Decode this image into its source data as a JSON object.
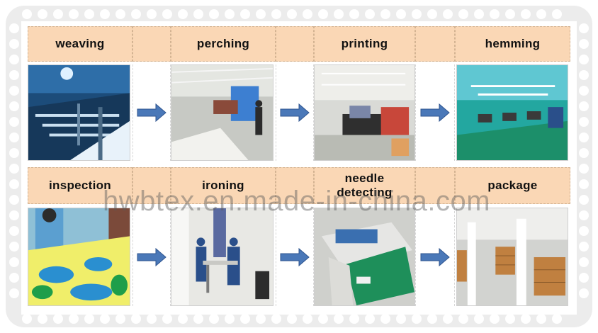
{
  "steps": [
    {
      "label": "weaving",
      "icon": "weaving-looms-photo"
    },
    {
      "label": "perching",
      "icon": "fabric-perching-photo"
    },
    {
      "label": "printing",
      "icon": "printing-machines-photo"
    },
    {
      "label": "hemming",
      "icon": "hemming-workshop-photo"
    },
    {
      "label": "inspection",
      "icon": "fabric-inspection-photo"
    },
    {
      "label": "ironing",
      "icon": "ironing-station-photo"
    },
    {
      "label": "needle detecting",
      "label_lines": [
        "needle",
        "detecting"
      ],
      "icon": "needle-detector-photo"
    },
    {
      "label": "package",
      "icon": "package-warehouse-photo"
    }
  ],
  "arrow_icon": "right-arrow-icon",
  "watermark": "hwbtex.en.made-in-china.com",
  "colors": {
    "header_bg": "#fad7b5",
    "arrow": "#4a78b8",
    "frame": "#ececec"
  }
}
